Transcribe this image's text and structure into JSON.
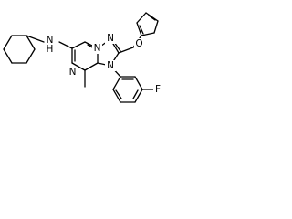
{
  "structure": {
    "atoms": {
      "amine_n": "N",
      "amine_h": "H",
      "ring_n1": "N",
      "ring_n3": "N",
      "ring_n7": "N",
      "ring_n9": "N",
      "furan_o": "O",
      "fluorine": "F"
    }
  }
}
